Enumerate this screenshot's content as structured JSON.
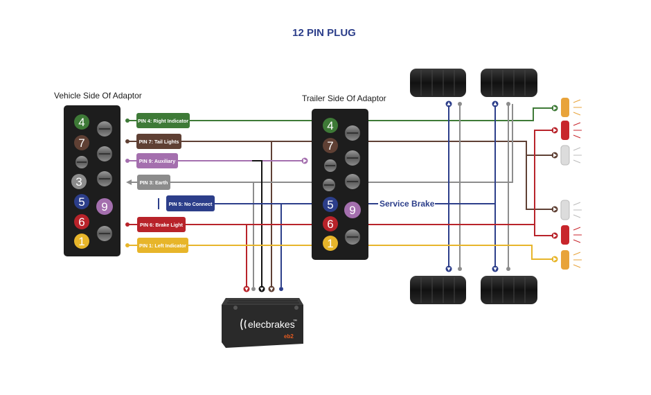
{
  "title": "12 PIN PLUG",
  "vehicle_side_label": "Vehicle Side Of Adaptor",
  "trailer_side_label": "Trailer Side Of Adaptor",
  "service_brake_label": "Service Brake",
  "pins": {
    "p4": {
      "num": "4",
      "label": "PIN 4: Right Indicator",
      "color": "#3e7a37"
    },
    "p7": {
      "num": "7",
      "label": "PIN 7: Tail Lights",
      "color": "#5f4034"
    },
    "p9": {
      "num": "9",
      "label": "PIN 9: Auxiliary",
      "color": "#a46fae"
    },
    "p3": {
      "num": "3",
      "label": "PIN 3: Earth",
      "color": "#8c8c8c"
    },
    "p5": {
      "num": "5",
      "label": "PIN 5: No Connect",
      "color": "#2c3e8a"
    },
    "p6": {
      "num": "6",
      "label": "PIN 6: Brake Light",
      "color": "#b8232a"
    },
    "p1": {
      "num": "1",
      "label": "PIN 1: Left Indicator",
      "color": "#e7b52a"
    }
  },
  "controller": {
    "brand": "elecbrakes",
    "tm": "™",
    "model": "eb2"
  }
}
